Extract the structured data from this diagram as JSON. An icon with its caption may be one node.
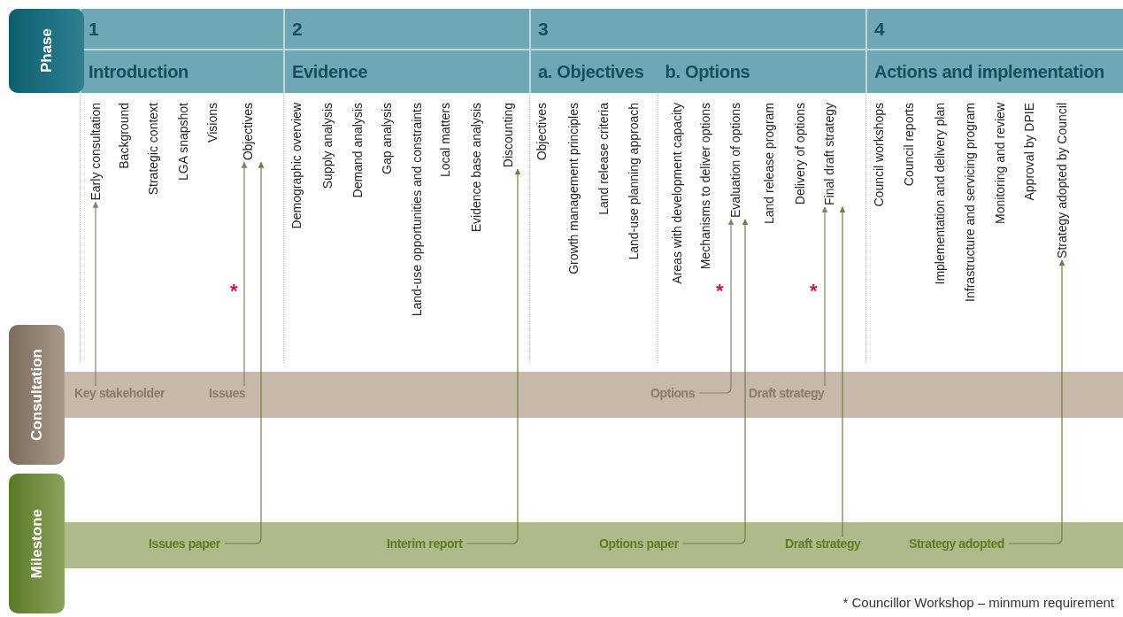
{
  "diagram": {
    "nodes": [
      {
        "text": [
          "Phase"
        ]
      },
      {
        "text": [
          "1",
          "Introduction"
        ],
        "in": 0
      },
      {
        "text": [
          "2",
          "Evidence"
        ],
        "in": 0
      },
      {
        "text": [
          "3",
          "a. Objectives",
          "b. Options"
        ],
        "in": 0
      },
      {
        "text": [
          "4",
          "Actions and implementation"
        ],
        "in": 0
      },
      {
        "text": [
          "Early consultation"
        ]
      },
      {
        "text": [
          "Background"
        ]
      },
      {
        "text": [
          "Strategic context"
        ]
      },
      {
        "text": [
          "LGA snapshot"
        ]
      },
      {
        "text": [
          "Visions"
        ]
      },
      {
        "text": [
          "Objectives"
        ]
      },
      {
        "text": [
          "Demographic overview"
        ]
      },
      {
        "text": [
          "Supply analysis"
        ]
      },
      {
        "text": [
          "Demand analysis"
        ]
      },
      {
        "text": [
          "Gap analysis"
        ]
      },
      {
        "text": [
          "Land-use opportunities and constraints"
        ]
      },
      {
        "text": [
          "Local matters"
        ]
      },
      {
        "text": [
          "Evidence base analysis"
        ]
      },
      {
        "text": [
          "Discounting"
        ]
      },
      {
        "text": [
          "Objectives"
        ]
      },
      {
        "text": [
          "Growth management principles"
        ]
      },
      {
        "text": [
          "Land release criteria"
        ]
      },
      {
        "text": [
          "Land-use planning approach"
        ]
      },
      {
        "text": [
          "Areas with development capacity"
        ]
      },
      {
        "text": [
          "Mechanisms to deliver options"
        ]
      },
      {
        "text": [
          "Evaluation of options"
        ]
      },
      {
        "text": [
          "Land release program"
        ]
      },
      {
        "text": [
          "Delivery of options"
        ]
      },
      {
        "text": [
          "Final draft strategy"
        ]
      },
      {
        "text": [
          "Council workshops"
        ]
      },
      {
        "text": [
          "Council reports"
        ]
      },
      {
        "text": [
          "Implementation and delivery plan"
        ]
      },
      {
        "text": [
          "Infrastructure and servicing program"
        ]
      },
      {
        "text": [
          "Monitoring and review"
        ]
      },
      {
        "text": [
          "Approval by DPIE"
        ]
      },
      {
        "text": [
          "Strategy adopted by Council"
        ]
      },
      {
        "text": [
          "Consultation"
        ]
      },
      {
        "text": [
          "Key stakeholder"
        ],
        "in": 36
      },
      {
        "text": [
          "Issues"
        ],
        "in": 36
      },
      {
        "text": [
          "Options"
        ],
        "in": 36
      },
      {
        "text": [
          "Draft strategy"
        ],
        "in": 36
      },
      {
        "text": [
          "Milestone"
        ]
      },
      {
        "text": [
          "Issues paper"
        ],
        "in": 41
      },
      {
        "text": [
          "Interim report"
        ],
        "in": 41
      },
      {
        "text": [
          "Options paper"
        ],
        "in": 41
      },
      {
        "text": [
          "Draft strategy"
        ],
        "in": 41
      },
      {
        "text": [
          "Strategy adopted"
        ],
        "in": 41
      }
    ],
    "edges": [
      {
        "from": 37,
        "to": 5,
        "arrow": "to",
        "color": "#8c7f72"
      },
      {
        "from": 38,
        "to": 10,
        "arrow": "to",
        "color": "#8c7f72"
      },
      {
        "from": 42,
        "to": 10,
        "arrow": "to"
      },
      {
        "from": 43,
        "to": 18,
        "arrow": "to"
      },
      {
        "from": 39,
        "to": 25,
        "arrow": "to",
        "color": "#8c7f72"
      },
      {
        "from": 44,
        "to": 25,
        "arrow": "to"
      },
      {
        "from": 40,
        "to": 28,
        "arrow": "to",
        "color": "#8c7f72"
      },
      {
        "from": 45,
        "to": 28,
        "arrow": "to"
      },
      {
        "from": 46,
        "to": 35,
        "arrow": "to"
      }
    ],
    "labels": [
      "*",
      "*",
      "*",
      "* Councillor Workshop – minmum requirement"
    ]
  }
}
